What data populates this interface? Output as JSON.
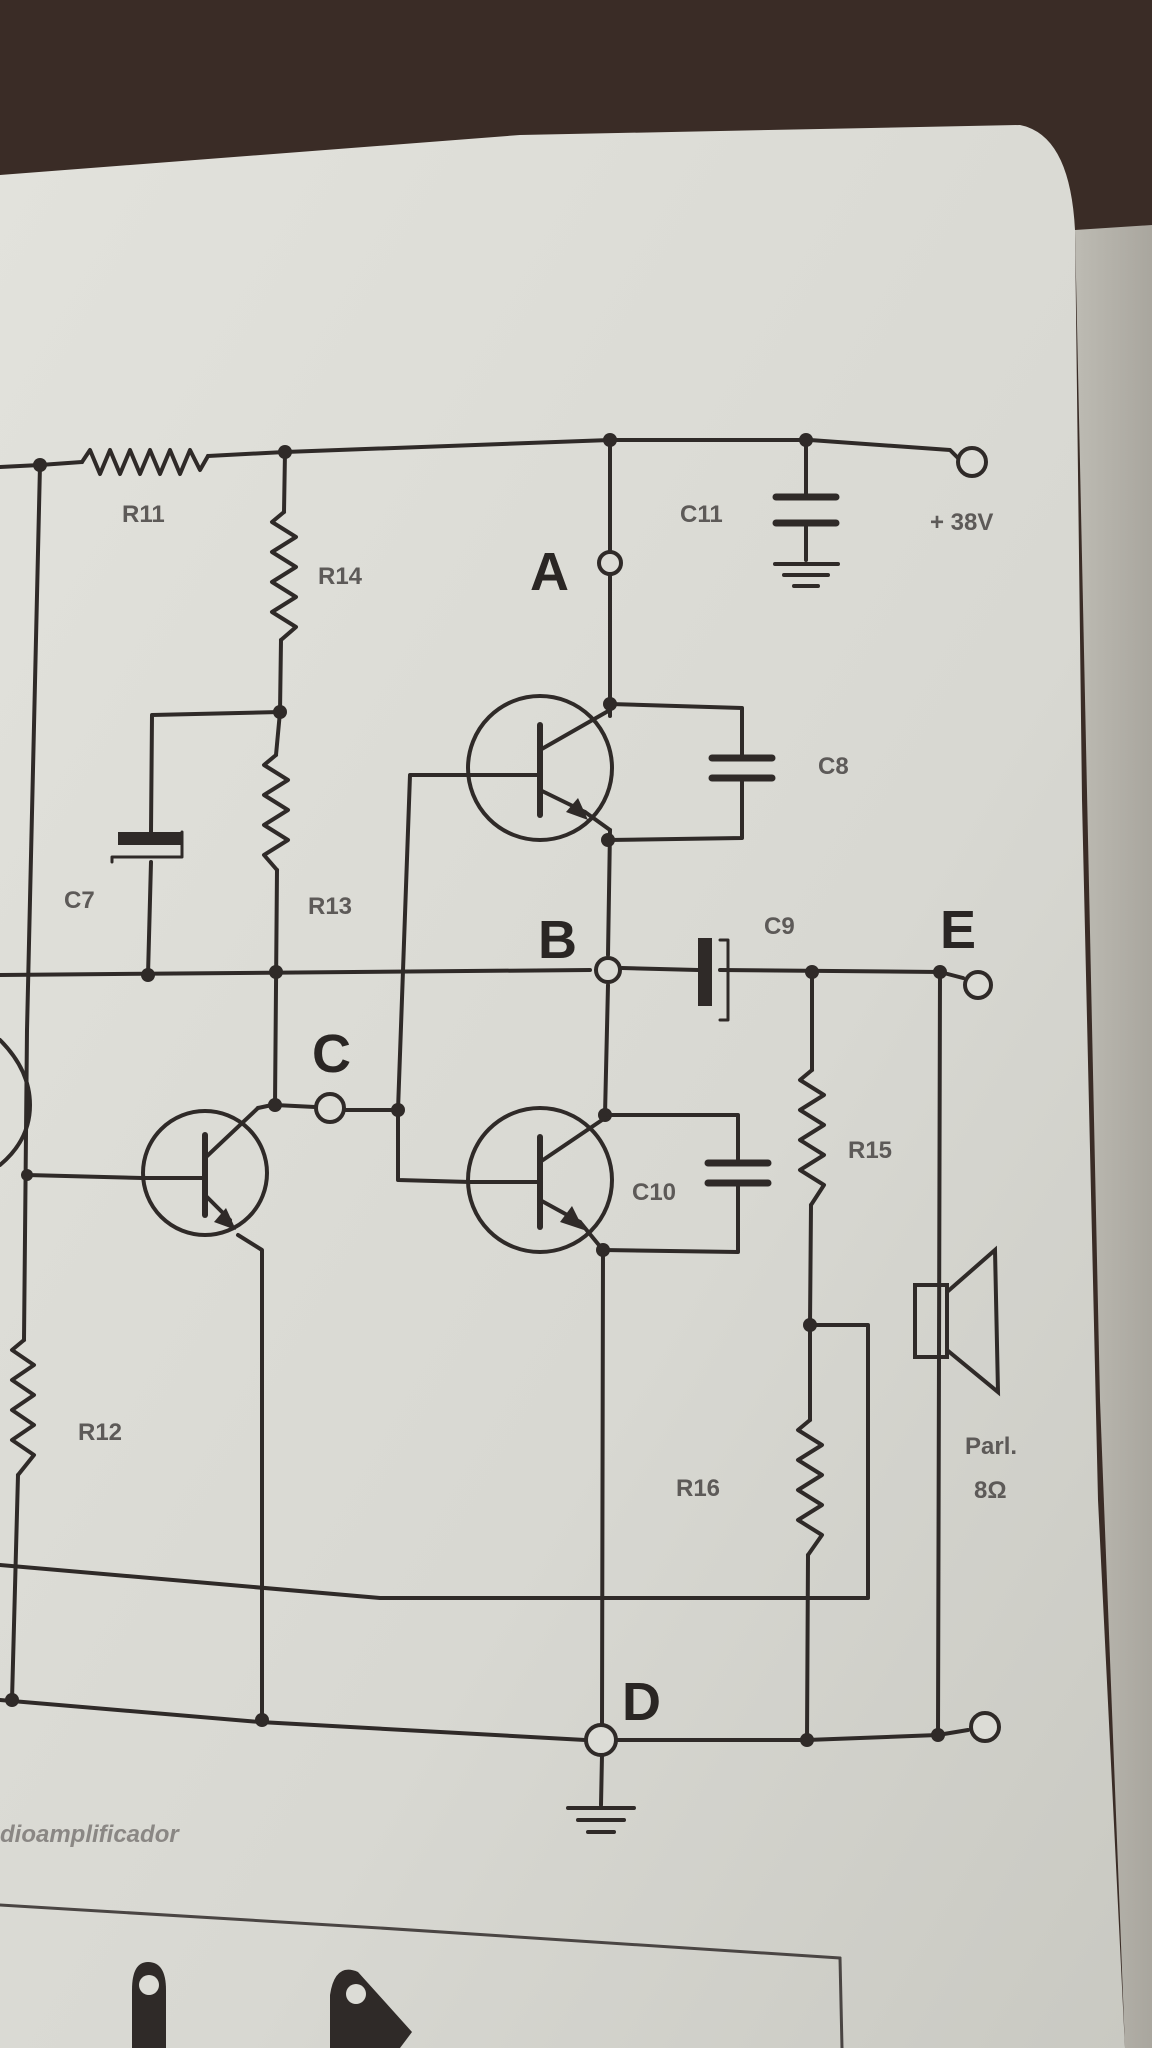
{
  "labels": {
    "r11": "R11",
    "r12": "R12",
    "r13": "R13",
    "r14": "R14",
    "r15": "R15",
    "r16": "R16",
    "c7": "C7",
    "c8": "C8",
    "c9": "C9",
    "c10": "C10",
    "c11": "C11",
    "supply": "+ 38V",
    "speaker_line1": "Parl.",
    "speaker_line2": "8Ω",
    "node_a": "A",
    "node_b": "B",
    "node_c": "C",
    "node_d": "D",
    "node_e": "E",
    "caption": "dioamplificador"
  },
  "colors": {
    "paper": "#dcdcd6",
    "ink": "#2f2a28",
    "background": "#3a2c26"
  }
}
